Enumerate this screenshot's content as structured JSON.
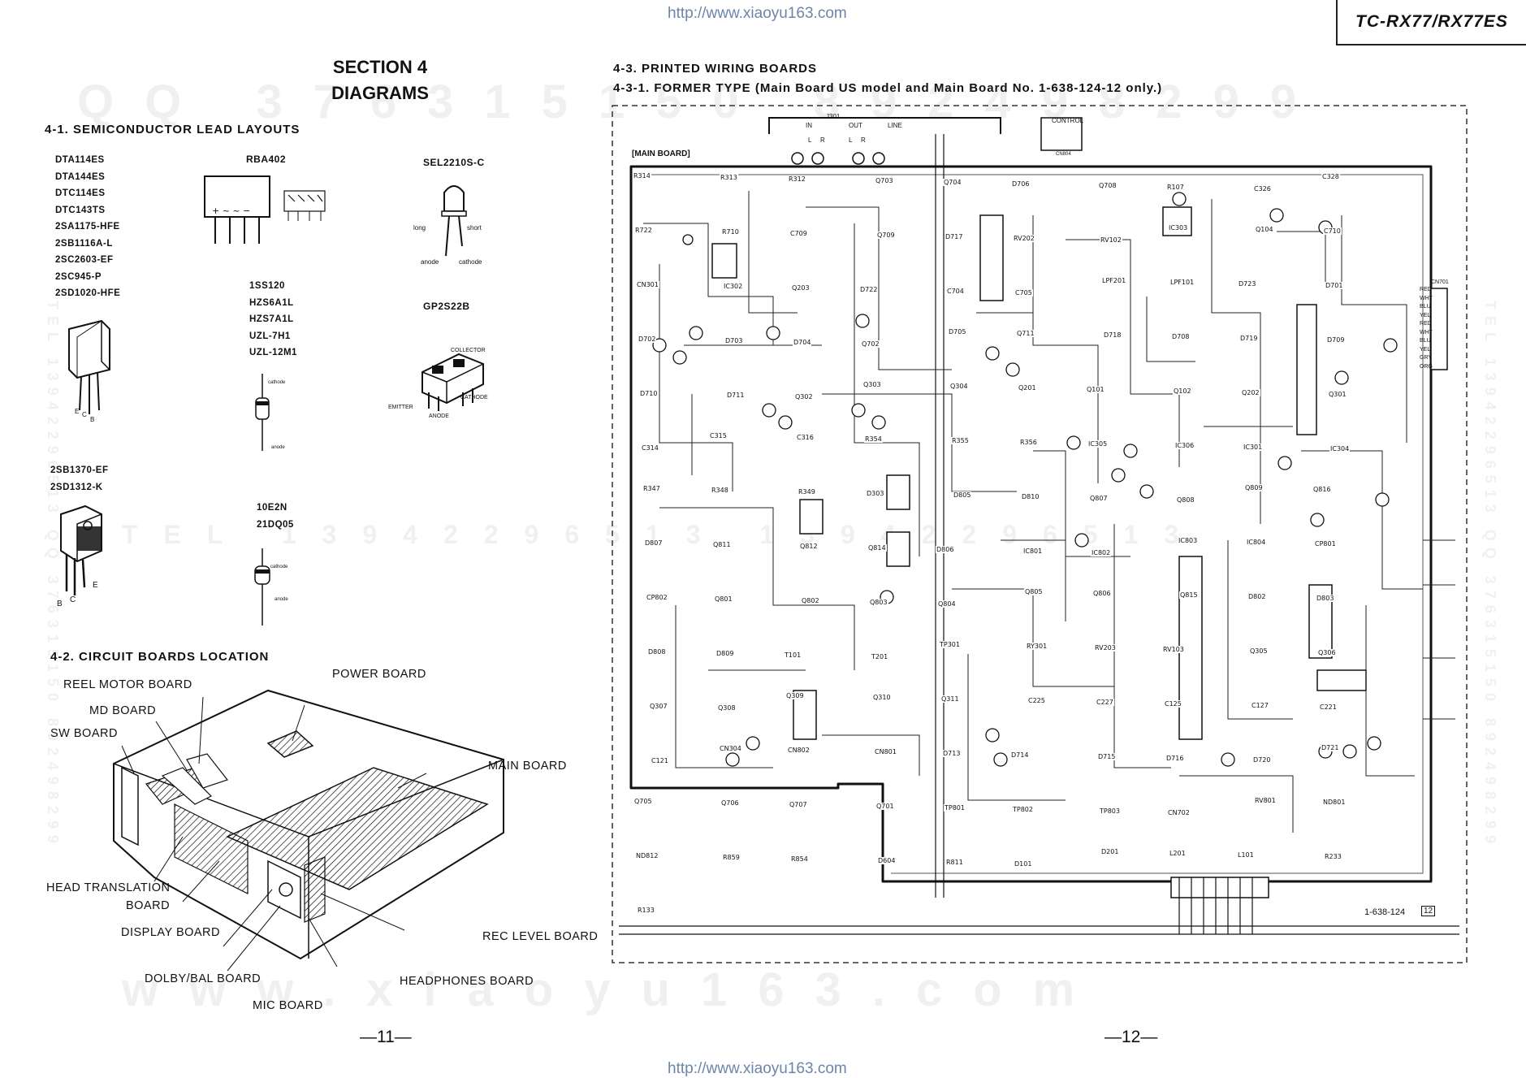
{
  "header": {
    "url_top": "http://www.xiaoyu163.com",
    "url_bottom": "http://www.xiaoyu163.com",
    "model": "TC-RX77/RX77ES"
  },
  "watermarks": {
    "top": "QQ 376315150  892498299",
    "bottom": "www.xiaoyu163.com",
    "middle": "TEL 13942296513  13942296513",
    "side": "TEL 13942296513 QQ 376315150 892498299"
  },
  "left": {
    "section": "SECTION 4",
    "section_title": "DIAGRAMS",
    "h1": "4-1. SEMICONDUCTOR LEAD LAYOUTS",
    "transistors": [
      "DTA114ES",
      "DTA144ES",
      "DTC114ES",
      "DTC143TS",
      "2SA1175-HFE",
      "2SB1116A-L",
      "2SC2603-EF",
      "2SC945-P",
      "2SD1020-HFE"
    ],
    "ebc_pins": [
      "E",
      "C",
      "B"
    ],
    "rba": "RBA402",
    "sel": "SEL2210S-C",
    "sel_long": "long",
    "sel_short": "short",
    "sel_anode": "anode",
    "sel_cathode": "cathode",
    "diodes1": [
      "1SS120",
      "HZS6A1L",
      "HZS7A1L",
      "UZL-7H1",
      "UZL-12M1"
    ],
    "cathode_lbl": "cathode",
    "anode_lbl": "anode",
    "gp": "GP2S22B",
    "gp_collector": "COLLECTOR",
    "gp_emitter": "EMITTER",
    "gp_cathode": "CATHODE",
    "gp_anode": "ANODE",
    "pow_trans": [
      "2SB1370-EF",
      "2SD1312-K"
    ],
    "pow_pins": [
      "B",
      "C",
      "E"
    ],
    "diodes2": [
      "10E2N",
      "21DQ05"
    ],
    "h2": "4-2. CIRCUIT BOARDS LOCATION",
    "boards": {
      "power": "POWER BOARD",
      "reel": "REEL MOTOR BOARD",
      "md": "MD BOARD",
      "sw": "SW BOARD",
      "main": "MAIN BOARD",
      "head": "HEAD TRANSLATION",
      "head2": "BOARD",
      "display": "DISPLAY BOARD",
      "rec": "REC LEVEL BOARD",
      "dolby": "DOLBY/BAL  BOARD",
      "headphones": "HEADPHONES BOARD",
      "mic": "MIC BOARD"
    },
    "page": "—11—"
  },
  "right": {
    "h1": "4-3. PRINTED WIRING BOARDS",
    "h2": "4-3-1. FORMER TYPE (Main Board US model and Main Board No. 1-638-124-12 only.)",
    "board_label": "[MAIN BOARD]",
    "j301": "J301",
    "jack_labels": [
      "IN",
      "OUT",
      "LINE"
    ],
    "lr": [
      "L",
      "R",
      "L",
      "R"
    ],
    "control": "CONTROL",
    "cn804": "CN804",
    "cn701": "CN701",
    "wire_colors": [
      "RED",
      "WHT",
      "BLU",
      "YEL",
      "RED",
      "WHT",
      "BLU",
      "YEL",
      "GRY",
      "ORG"
    ],
    "part_no": "1-638-124",
    "part_rev": "12",
    "page": "—12—",
    "refs": [
      "R314",
      "R313",
      "R312",
      "Q703",
      "Q704",
      "D706",
      "Q708",
      "R107",
      "C326",
      "C328",
      "R722",
      "R710",
      "C709",
      "Q709",
      "D717",
      "RV202",
      "RV102",
      "IC303",
      "Q104",
      "C710",
      "CN301",
      "IC302",
      "Q203",
      "D722",
      "C704",
      "C705",
      "LPF201",
      "LPF101",
      "D723",
      "D701",
      "D702",
      "D703",
      "D704",
      "Q702",
      "D705",
      "Q711",
      "D718",
      "D708",
      "D719",
      "D709",
      "D710",
      "D711",
      "Q302",
      "Q303",
      "Q304",
      "Q201",
      "Q101",
      "Q102",
      "Q202",
      "Q301",
      "C314",
      "C315",
      "C316",
      "R354",
      "R355",
      "R356",
      "IC305",
      "IC306",
      "IC301",
      "IC304",
      "R347",
      "R348",
      "R349",
      "D303",
      "D805",
      "D810",
      "Q807",
      "Q808",
      "Q809",
      "Q816",
      "D807",
      "Q811",
      "Q812",
      "Q814",
      "D806",
      "IC801",
      "IC802",
      "IC803",
      "IC804",
      "CP801",
      "CP802",
      "Q801",
      "Q802",
      "Q803",
      "Q804",
      "Q805",
      "Q806",
      "Q815",
      "D802",
      "D803",
      "D808",
      "D809",
      "T101",
      "T201",
      "TP301",
      "RY301",
      "RV203",
      "RV103",
      "Q305",
      "Q306",
      "Q307",
      "Q308",
      "Q309",
      "Q310",
      "Q311",
      "C225",
      "C227",
      "C125",
      "C127",
      "C221",
      "C121",
      "CN304",
      "CN802",
      "CN801",
      "D713",
      "D714",
      "D715",
      "D716",
      "D720",
      "D721",
      "Q705",
      "Q706",
      "Q707",
      "Q701",
      "TP801",
      "TP802",
      "TP803",
      "CN702",
      "RV801",
      "ND801",
      "ND812",
      "R859",
      "R854",
      "D604",
      "R811",
      "D101",
      "D201",
      "L201",
      "L101",
      "R233",
      "R133"
    ]
  }
}
